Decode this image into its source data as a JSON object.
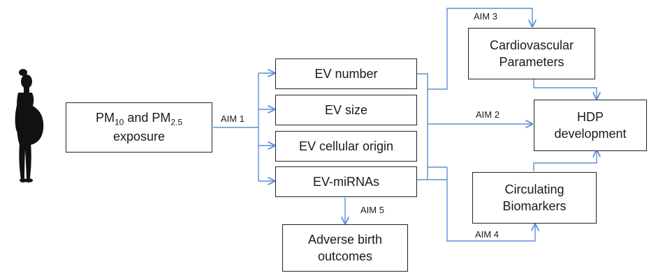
{
  "boxes": {
    "exposure": {
      "pre1": "PM",
      "sub1": "10",
      "mid": " and PM",
      "sub2": "2.5",
      "line2": "exposure"
    },
    "ev_number": "EV number",
    "ev_size": "EV size",
    "ev_origin": "EV cellular origin",
    "ev_mirnas": "EV-miRNAs",
    "cardio_line1": "Cardiovascular",
    "cardio_line2": "Parameters",
    "hdp_line1": "HDP",
    "hdp_line2": "development",
    "circ_line1": "Circulating",
    "circ_line2": "Biomarkers",
    "adverse_line1": "Adverse birth",
    "adverse_line2": "outcomes"
  },
  "aims": {
    "aim1": "AIM 1",
    "aim2": "AIM 2",
    "aim3": "AIM 3",
    "aim4": "AIM 4",
    "aim5": "AIM 5"
  },
  "colors": {
    "arrow": "#5b8ed6",
    "border": "#222222",
    "silhouette": "#111111"
  },
  "icons": {
    "pregnant": "pregnant-woman-silhouette-icon"
  }
}
